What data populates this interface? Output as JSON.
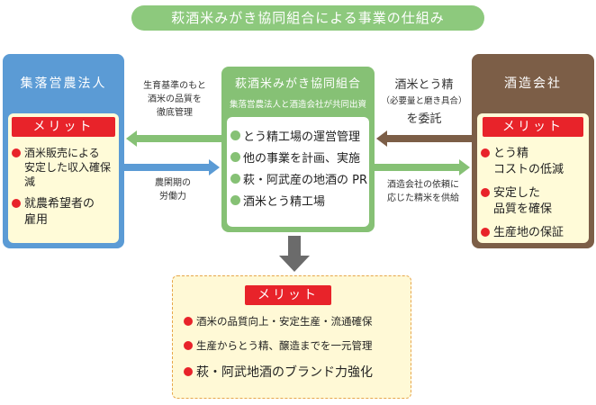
{
  "title": "萩酒米みがき協同組合による事業の仕組み",
  "merit_label": "メリット",
  "left": {
    "name": "集落営農法人",
    "merits": [
      "酒米販売による\n安定した収入確保減",
      "就農希望者の\n雇用"
    ]
  },
  "center": {
    "name": "萩酒米みがき協同組合",
    "sub": "集落営農法人と酒造会社が共同出資",
    "items": [
      "とう精工場の運営管理",
      "他の事業を計画、実施",
      "萩・阿武産の地酒の PR",
      "酒米とう精工場"
    ]
  },
  "right": {
    "name": "酒造会社",
    "merits": [
      "とう精\nコストの低減",
      "安定した\n品質を確保",
      "生産地の保証"
    ]
  },
  "arrows": {
    "center_to_left": "生育基準のもと\n酒米の品質を\n徹底管理",
    "left_to_center": "農閑期の\n労働力",
    "right_to_center_main": "酒米とう精",
    "right_to_center_note": "（必要量と磨き具合）",
    "right_to_center_end": "を委託",
    "center_to_right": "酒造会社の依頼に\n応じた精米を供給"
  },
  "bottom": {
    "items": [
      "酒米の品質向上・安定生産・流通確保",
      "生産からとう精、醸造までを一元管理",
      "萩・阿武地酒のブランド力強化"
    ]
  },
  "colors": {
    "green": "#86c175",
    "blue": "#5b9bd5",
    "brown": "#7c5e47",
    "red": "#e8232a",
    "cream": "#fffbd8"
  }
}
